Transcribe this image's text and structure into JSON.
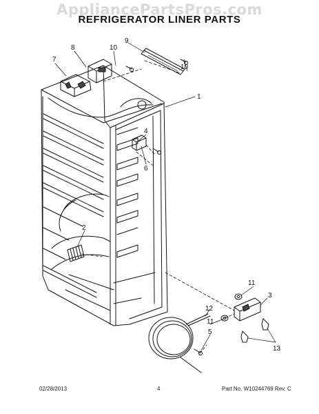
{
  "watermark": "AppliancePartsPros.com",
  "title": "REFRIGERATOR LINER PARTS",
  "callouts": [
    "1",
    "2",
    "3",
    "4",
    "5",
    "6",
    "7",
    "8",
    "9",
    "10",
    "10",
    "11",
    "11",
    "12",
    "13"
  ],
  "footer": {
    "date": "02/28/2013",
    "page": "4",
    "part_number": "Part No. W10244769  Rev. C"
  },
  "colors": {
    "line": "#111111",
    "watermark": "#d9d9d9",
    "shade": "#444444"
  }
}
